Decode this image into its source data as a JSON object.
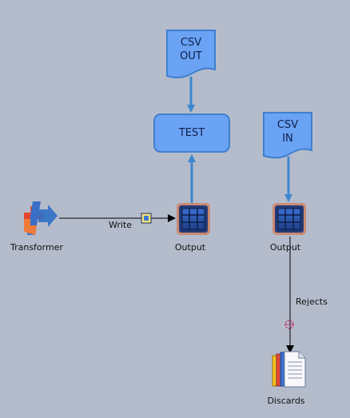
{
  "nodes": {
    "csv_out": {
      "line1": "CSV",
      "line2": "OUT"
    },
    "test": {
      "label": "TEST"
    },
    "csv_in": {
      "line1": "CSV",
      "line2": "IN"
    },
    "transformer": {
      "label": "Transformer"
    },
    "output_left": {
      "label": "Output"
    },
    "output_right": {
      "label": "Output"
    },
    "discards": {
      "label": "Discards"
    }
  },
  "links": {
    "write": {
      "label": "Write"
    },
    "rejects": {
      "label": "Rejects"
    }
  },
  "colors": {
    "background": "#b4bccb",
    "shape_fill": "#6aa2f4",
    "shape_stroke": "#3f7fd0",
    "connector_blue": "#3e86cf",
    "connector_black": "#000000"
  },
  "icons": {
    "transformer": "transformer-icon",
    "output": "grid-table-icon",
    "discards": "documents-stack-icon",
    "write_link": "link-marker-icon",
    "rejects_link": "reject-marker-icon"
  }
}
